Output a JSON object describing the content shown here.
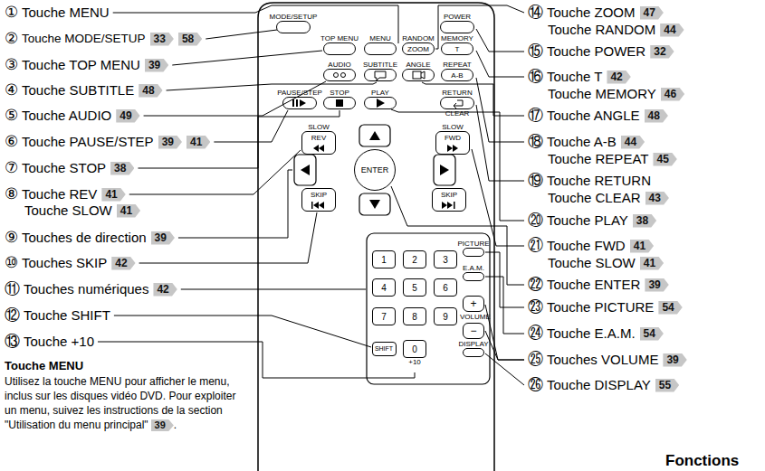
{
  "diagram": {
    "nodes": [
      {
        "text": [
          "MODE/SETUP"
        ]
      },
      {
        "text": [
          "POWER"
        ]
      },
      {
        "text": [
          "TOP MENU"
        ]
      },
      {
        "text": [
          "MENU"
        ]
      },
      {
        "text": [
          "RANDOM",
          "ZOOM"
        ]
      },
      {
        "text": [
          "MEMORY",
          "T"
        ]
      },
      {
        "text": [
          "AUDIO"
        ]
      },
      {
        "text": [
          "SUBTITLE"
        ]
      },
      {
        "text": [
          "ANGLE"
        ]
      },
      {
        "text": [
          "REPEAT",
          "A-B"
        ]
      },
      {
        "text": [
          "PAUSE/STEP"
        ]
      },
      {
        "text": [
          "STOP"
        ]
      },
      {
        "text": [
          "PLAY"
        ]
      },
      {
        "text": [
          "RETURN",
          "CLEAR"
        ]
      },
      {
        "text": [
          "SLOW",
          "REV"
        ]
      },
      {
        "text": [
          "SLOW",
          "FWD"
        ]
      },
      {
        "text": [
          "ENTER"
        ]
      },
      {
        "text": [
          "SKIP"
        ]
      },
      {
        "text": [
          "SKIP"
        ]
      },
      {
        "text": [
          "1"
        ]
      },
      {
        "text": [
          "2"
        ]
      },
      {
        "text": [
          "3"
        ]
      },
      {
        "text": [
          "4"
        ]
      },
      {
        "text": [
          "5"
        ]
      },
      {
        "text": [
          "6"
        ]
      },
      {
        "text": [
          "7"
        ]
      },
      {
        "text": [
          "8"
        ]
      },
      {
        "text": [
          "9"
        ]
      },
      {
        "text": [
          "SHIFT"
        ]
      },
      {
        "text": [
          "0",
          "+10"
        ]
      },
      {
        "text": [
          "PICTURE"
        ]
      },
      {
        "text": [
          "E.A.M."
        ]
      },
      {
        "text": [
          "+"
        ]
      },
      {
        "text": [
          "−"
        ]
      },
      {
        "text": [
          "DISPLAY"
        ]
      }
    ],
    "labels": [
      "①",
      "Touche MENU",
      "②",
      "Touche MODE/SETUP",
      "33",
      "58",
      "③",
      "Touche TOP MENU",
      "39",
      "④",
      "Touche SUBTITLE",
      "48",
      "⑤",
      "Touche AUDIO",
      "49",
      "⑥",
      "Touche PAUSE/STEP",
      "39",
      "41",
      "⑦",
      "Touche STOP",
      "38",
      "⑧",
      "Touche REV",
      "41",
      "Touche SLOW",
      "41",
      "⑨",
      "Touches de direction",
      "39",
      "⑩",
      "Touches SKIP",
      "42",
      "⑪",
      "Touches numériques",
      "42",
      "⑫",
      "Touche SHIFT",
      "⑬",
      "Touche +10",
      "⑭",
      "Touche ZOOM",
      "47",
      "Touche RANDOM",
      "44",
      "⑮",
      "Touche POWER",
      "32",
      "⑯",
      "Touche T",
      "42",
      "Touche MEMORY",
      "46",
      "⑰",
      "Touche ANGLE",
      "48",
      "⑱",
      "Touche A-B",
      "44",
      "Touche REPEAT",
      "45",
      "⑲",
      "Touche RETURN",
      "Touche CLEAR",
      "43",
      "⑳",
      "Touche PLAY",
      "38",
      "㉑",
      "Touche FWD",
      "41",
      "Touche SLOW",
      "41",
      "㉒",
      "Touche ENTER",
      "39",
      "㉓",
      "Touche PICTURE",
      "54",
      "㉔",
      "Touche E.A.M.",
      "54",
      "㉕",
      "Touches VOLUME",
      "39",
      "㉖",
      "Touche DISPLAY",
      "55",
      "VOLUME",
      "Touche MENU",
      "Utilisez la touche MENU pour afficher le menu, inclus sur les disques vidéo DVD. Pour exploiter un menu, suivez les instructions de la section \"Utilisation du menu principal\"",
      "39",
      ".",
      "Fonctions"
    ]
  }
}
